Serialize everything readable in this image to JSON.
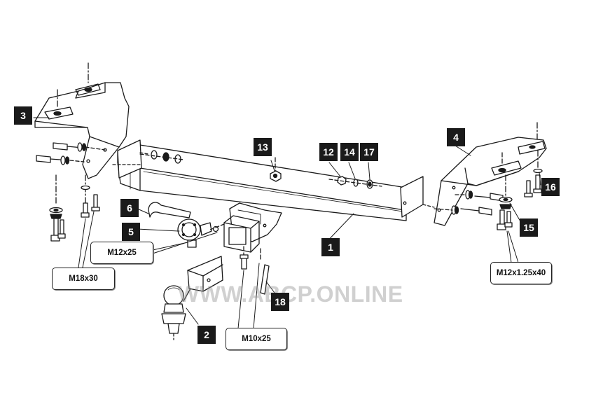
{
  "callouts": {
    "c1": "1",
    "c2": "2",
    "c3": "3",
    "c4": "4",
    "c5": "5",
    "c6": "6",
    "c12": "12",
    "c13": "13",
    "c14": "14",
    "c15": "15",
    "c16": "16",
    "c17": "17",
    "c18": "18"
  },
  "specs": {
    "m12x25": "M12x25",
    "m18x30": "M18x30",
    "m10x25": "M10x25",
    "m12x125x40": "M12x1.25x40"
  },
  "watermark": "WWW.ABCP.ONLINE",
  "colors": {
    "line": "#1a1a1a",
    "callout_bg": "#1a1a1a",
    "callout_text": "#ffffff",
    "watermark": "#969696"
  }
}
